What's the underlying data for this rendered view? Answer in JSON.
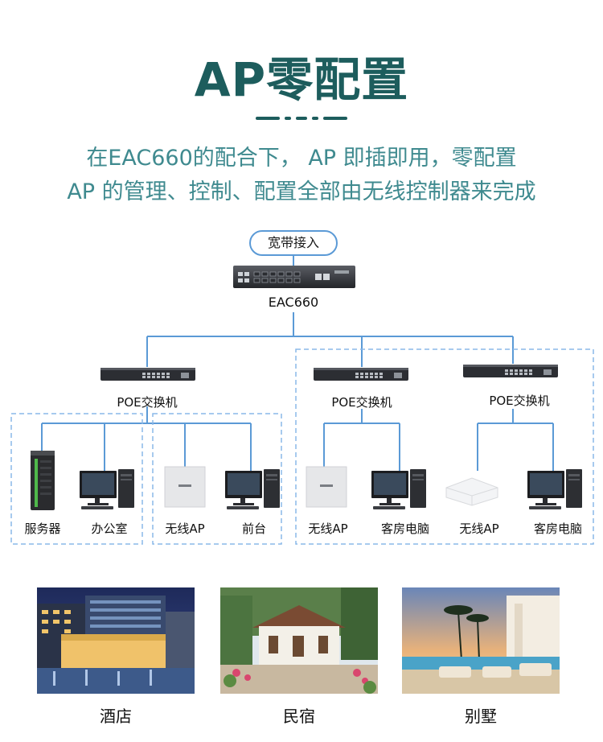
{
  "title": "AP零配置",
  "subtitle_line1": "在EAC660的配合下， AP 即插即用，零配置",
  "subtitle_line2": "AP 的管理、控制、配置全部由无线控制器来完成",
  "broadband_label": "宽带接入",
  "controller_label": "EAC660",
  "switches": [
    {
      "label": "POE交换机"
    },
    {
      "label": "POE交换机"
    },
    {
      "label": "POE交换机"
    }
  ],
  "devices": [
    {
      "label": "服务器",
      "icon": "server-icon"
    },
    {
      "label": "办公室",
      "icon": "desktop-pc-icon"
    },
    {
      "label": "无线AP",
      "icon": "access-point-icon"
    },
    {
      "label": "前台",
      "icon": "desktop-pc-icon"
    },
    {
      "label": "无线AP",
      "icon": "access-point-icon"
    },
    {
      "label": "客房电脑",
      "icon": "desktop-pc-icon"
    },
    {
      "label": "无线AP",
      "icon": "ceiling-access-point-icon"
    },
    {
      "label": "客房电脑",
      "icon": "desktop-pc-icon"
    }
  ],
  "scenes": [
    {
      "label": "酒店"
    },
    {
      "label": "民宿"
    },
    {
      "label": "别墅"
    }
  ],
  "colors": {
    "title": "#1d5d5d",
    "subtitle": "#3f8a8f",
    "line": "#5b9ad6",
    "dashed_box": "#8ab8e8"
  }
}
